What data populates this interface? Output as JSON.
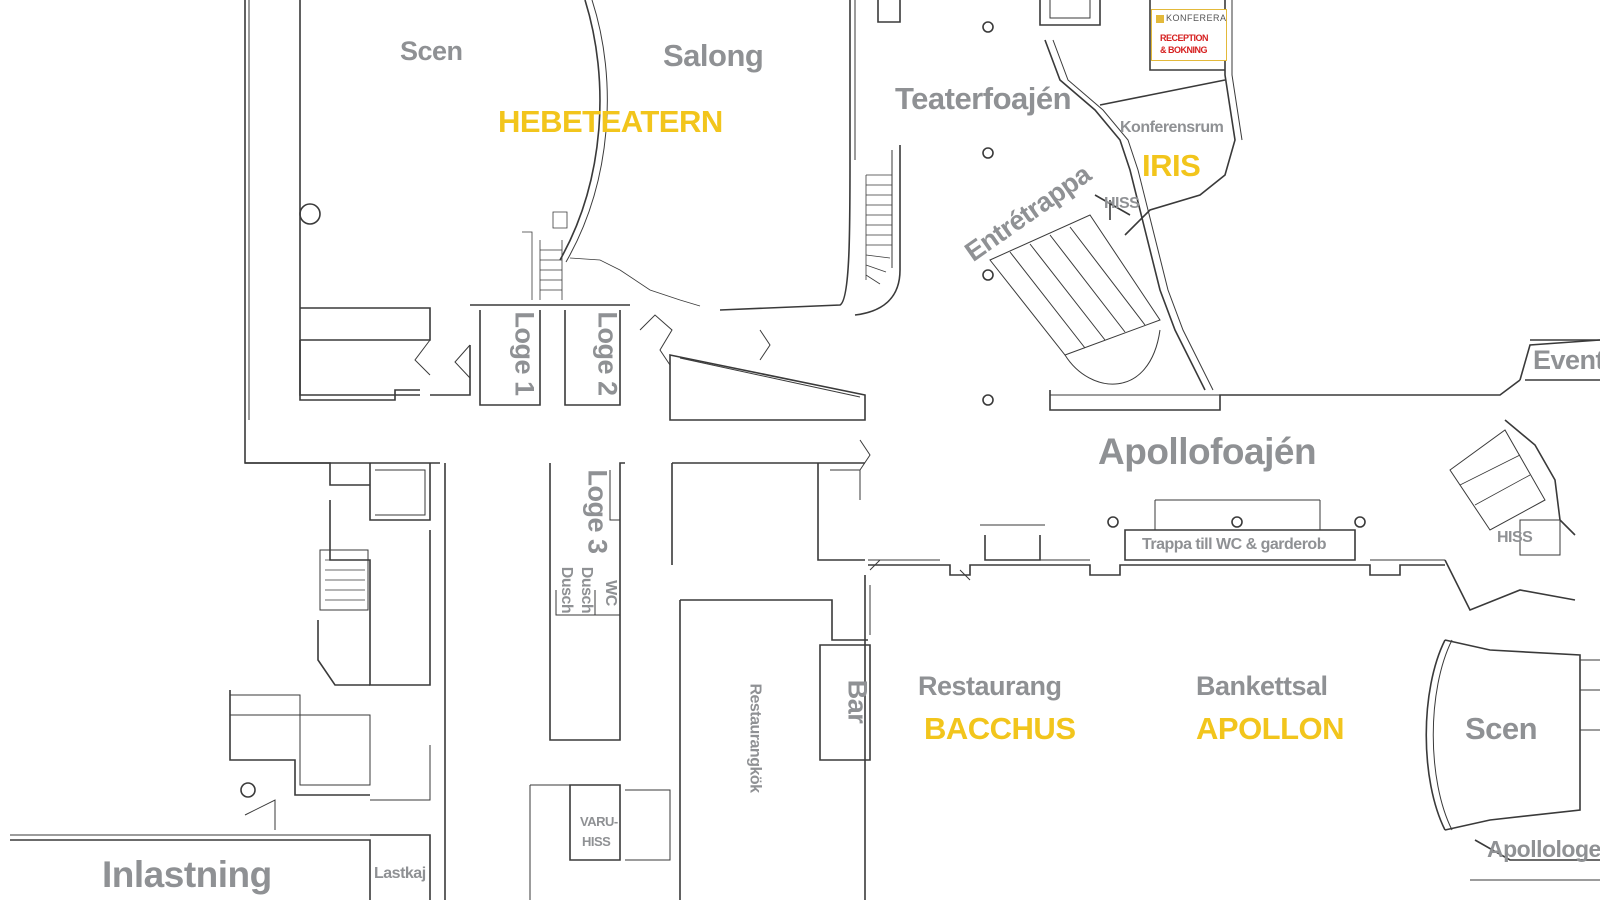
{
  "labels": {
    "scen_hebe": "Scen",
    "salong": "Salong",
    "hebeteatern": "HEBETEATERN",
    "teaterfoajen": "Teaterfoajén",
    "konferensrum": "Konferensrum",
    "iris": "IRIS",
    "hiss_iris": "HISS",
    "entretrappa": "Entrétrappa",
    "loge1": "Loge 1",
    "loge2": "Loge 2",
    "loge3": "Loge 3",
    "dusch1": "Dusch",
    "dusch2": "Dusch",
    "wc": "WC",
    "apollofoajen": "Apollofoajén",
    "trappa": "Trappa till WC & garderob",
    "event": "Event",
    "hiss_east": "HISS",
    "restaurangkok": "Restaurangkök",
    "bar": "Bar",
    "restaurang": "Restaurang",
    "bacchus": "BACCHUS",
    "bankettsal": "Bankettsal",
    "apollon": "APOLLON",
    "scen_apollon": "Scen",
    "apollologen": "Apollologen",
    "varuhiss_1": "VARU-",
    "varuhiss_2": "HISS",
    "inlastning": "Inlastning",
    "lastkaj": "Lastkaj"
  },
  "sign": {
    "brand": "KONFERERA",
    "line1": "RECEPTION",
    "line2": "& BOKNING"
  },
  "colors": {
    "wall": "#3a3a3a",
    "label_grey": "#8f9194",
    "label_yellow": "#f2c51c",
    "sign_red": "#d62020"
  }
}
